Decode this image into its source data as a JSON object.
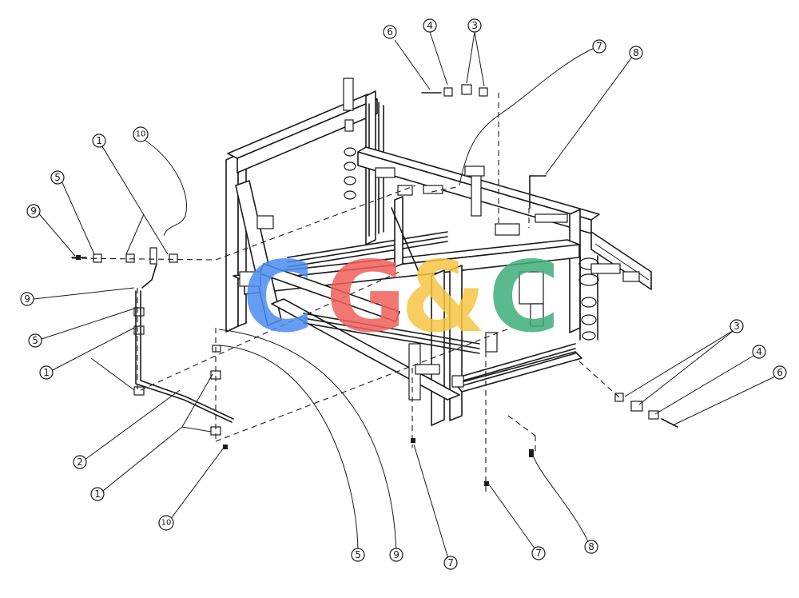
{
  "callouts": [
    {
      "id": "c1",
      "label": "6"
    },
    {
      "id": "c2",
      "label": "4"
    },
    {
      "id": "c3",
      "label": "3"
    },
    {
      "id": "c4",
      "label": "7"
    },
    {
      "id": "c5",
      "label": "8"
    },
    {
      "id": "c6",
      "label": "10"
    },
    {
      "id": "c7",
      "label": "1"
    },
    {
      "id": "c8",
      "label": "5"
    },
    {
      "id": "c9",
      "label": "9"
    },
    {
      "id": "c10",
      "label": "9"
    },
    {
      "id": "c11",
      "label": "5"
    },
    {
      "id": "c12",
      "label": "1"
    },
    {
      "id": "c13",
      "label": "2"
    },
    {
      "id": "c14",
      "label": "1"
    },
    {
      "id": "c15",
      "label": "10"
    },
    {
      "id": "c16",
      "label": "5"
    },
    {
      "id": "c17",
      "label": "9"
    },
    {
      "id": "c18",
      "label": "7"
    },
    {
      "id": "c19",
      "label": "7"
    },
    {
      "id": "c20",
      "label": "8"
    },
    {
      "id": "c21",
      "label": "3"
    },
    {
      "id": "c22",
      "label": "4"
    },
    {
      "id": "c23",
      "label": "6"
    }
  ],
  "watermark": {
    "letters": [
      {
        "char": "C",
        "color": "#4a8cf0"
      },
      {
        "char": "G",
        "color": "#f0605a"
      },
      {
        "char": "&",
        "color": "#f5c542"
      },
      {
        "char": "C",
        "color": "#3fae7a"
      }
    ]
  }
}
